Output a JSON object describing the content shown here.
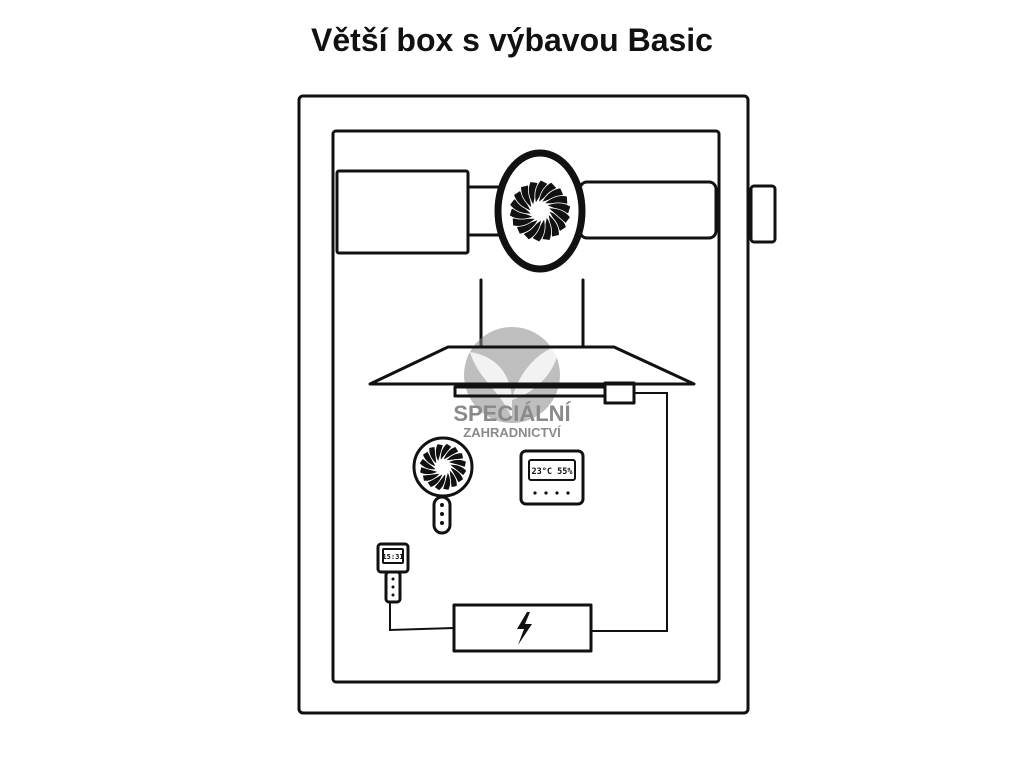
{
  "title": "Větší box s výbavou Basic",
  "watermark": {
    "line1": "SPECIÁLNÍ",
    "line2": "ZAHRADNICTVÍ",
    "color": "#8a8a8a"
  },
  "thermo_hygrometer": {
    "readout": "23°C 55%"
  },
  "timer": {
    "readout": "15:31"
  },
  "icons": [
    "exhaust-fan-icon",
    "clip-fan-icon",
    "lightning-icon"
  ],
  "colors": {
    "outline": "#111111",
    "background": "#ffffff"
  }
}
